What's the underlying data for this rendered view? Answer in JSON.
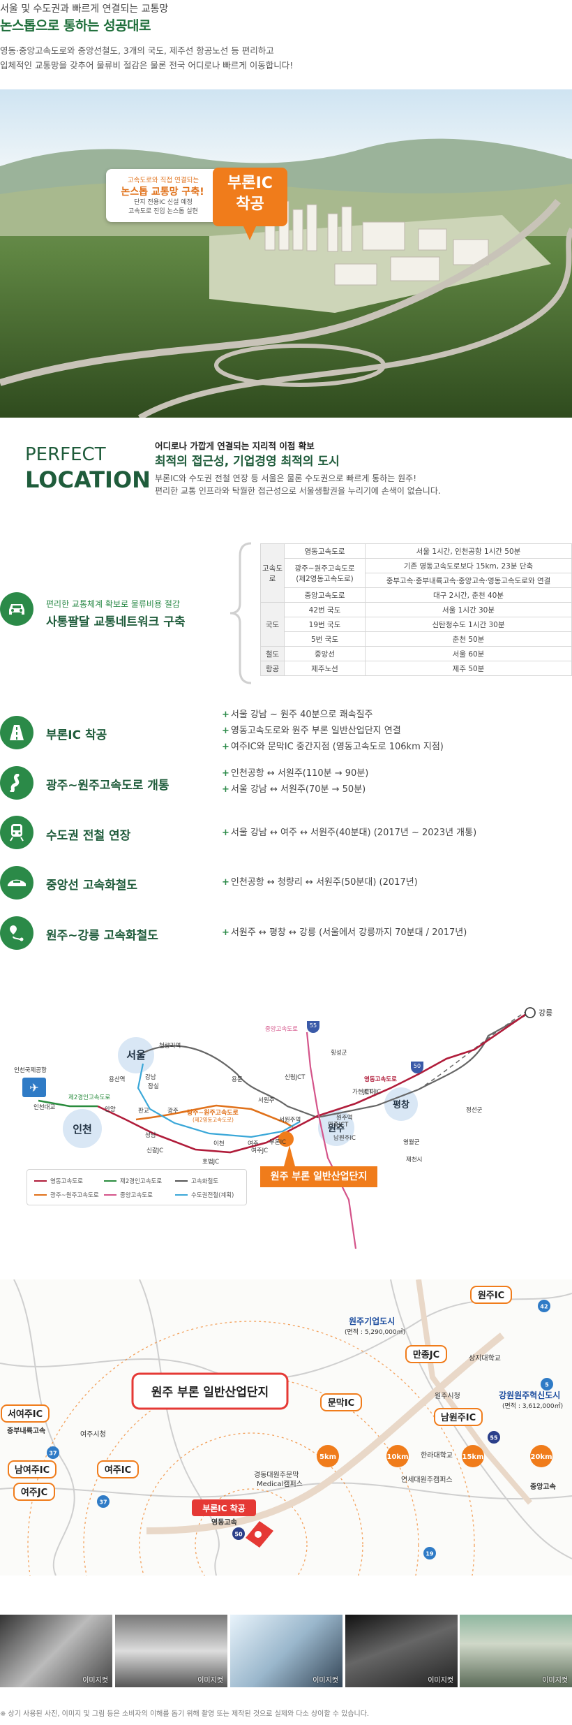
{
  "header": {
    "subtitle": "서울 및 수도권과 빠르게 연결되는 교통망",
    "title": "논스톱으로 통하는 성공대로",
    "desc_1": "영동·중앙고속도로와 중앙선철도, 3개의 국도, 제주선 항공노선 등 편리하고",
    "desc_2": "입체적인 교통망을 갖추어 물류비 절감은 물론 전국 어디로나 빠르게 이동합니다!"
  },
  "hero": {
    "callout_small": "고속도로와 직접 연결되는",
    "callout_title": "논스톱 교통망 구축!",
    "callout_note_1": "단지 전용IC 신설 예정",
    "callout_note_2": "고속도로 진입 논스톱 실현",
    "callout_big_1": "부론IC",
    "callout_big_2": "착공"
  },
  "location": {
    "label_1": "PERFECT",
    "label_2": "LOCATION",
    "sub": "어디로나 가깝게 연결되는 지리적 이점 확보",
    "heading": "최적의 접근성, 기업경영 최적의 도시",
    "desc_1": "부론IC와 수도권 전철 연장 등 서울은 물론 수도권으로 빠르게 통하는 원주!",
    "desc_2": "편리한 교통 인프라와 탁월한 접근성으로 서울생활권을 누리기에 손색이 없습니다."
  },
  "network": {
    "subtitle": "편리한 교통체계 확보로 물류비용 절감",
    "title": "사통팔달 교통네트워크 구축",
    "rows": [
      {
        "cat": "고속도로",
        "route": "영동고속도로",
        "detail": "서울 1시간, 인천공항 1시간 50분"
      },
      {
        "route": "광주~원주고속도로",
        "route_2": "(제2영동고속도로)",
        "detail": "기존 영동고속도로보다 15km, 23분 단축"
      },
      {
        "route": "",
        "detail": "중부고속·중부내륙고속·중앙고속·영동고속도로와 연결"
      },
      {
        "route": "중앙고속도로",
        "detail": "대구 2시간, 춘천 40분"
      },
      {
        "cat": "국도",
        "route": "42번 국도",
        "detail": "서울 1시간 30분"
      },
      {
        "route": "19번 국도",
        "detail": "신탄청수도 1시간 30분"
      },
      {
        "route": "5번 국도",
        "detail": "춘천 50분"
      },
      {
        "cat": "철도",
        "route": "중앙선",
        "detail": "서울 60분"
      },
      {
        "cat": "항공",
        "route": "제주노선",
        "detail": "제주 50분"
      }
    ]
  },
  "features": [
    {
      "title": "부론IC 착공",
      "bullets": [
        "서울 강남 ~ 원주 40분으로 쾌속질주",
        "영동고속도로와 원주 부론 일반산업단지 연결",
        "여주IC와 문막IC 중간지점 (영동고속도로 106km 지점)"
      ]
    },
    {
      "title": "광주~원주고속도로 개통",
      "bullets": [
        "인천공항 ↔ 서원주(110분 → 90분)",
        "서울 강남 ↔ 서원주(70분 → 50분)"
      ]
    },
    {
      "title": "수도권 전철 연장",
      "bullets": [
        "서울 강남 ↔ 여주 ↔ 서원주(40분대) (2017년 ~ 2023년 개통)"
      ]
    },
    {
      "title": "중앙선 고속화철도",
      "bullets": [
        "인천공항 ↔ 청량리 ↔ 서원주(50분대) (2017년)"
      ]
    },
    {
      "title": "원주~강릉 고속화철도",
      "bullets": [
        "서원주 ↔ 평창 ↔ 강릉 (서울에서 강릉까지 70분대 / 2017년)"
      ]
    }
  ],
  "map1": {
    "highlight_label": "원주 부론 일반산업단지",
    "cities": {
      "seoul": "서울",
      "incheon": "인천",
      "wonju": "원주",
      "pyeongchang": "평창",
      "gangneung": "강릉"
    },
    "places": [
      "인천국제공항",
      "인천대교",
      "청량리역",
      "용산역",
      "강남",
      "잠실",
      "판교",
      "광주",
      "성남",
      "안양",
      "신갈JC",
      "호법JC",
      "이천",
      "여주",
      "여주JC",
      "용문",
      "횡성군",
      "신림JCT",
      "서원주",
      "서원주역",
      "원주역",
      "가현JCT",
      "만종JCT",
      "남원주IC",
      "둔내IC",
      "정선군",
      "영월군",
      "제천시",
      "부론IC"
    ],
    "road_labels": [
      "제2경인고속도로",
      "광주~원주고속도로",
      "(제2영동고속도로)",
      "중앙고속도로",
      "영동고속도로"
    ],
    "shields": [
      "55",
      "50"
    ],
    "legend": [
      "영동고속도로",
      "제2경인고속도로",
      "고속화철도",
      "광주~원주고속도로",
      "중앙고속도로",
      "수도권전철(계획)"
    ],
    "colors": {
      "yeongdong": "#b01c3a",
      "gyeongin2": "#2a8c3e",
      "rail": "#555555",
      "gwangju_wonju": "#e0711a",
      "jungang": "#d4548a",
      "metro": "#3aa7d8",
      "accent": "#f07c1b"
    }
  },
  "map2": {
    "center_label": "원주 부론 일반산업단지",
    "buron": "부론IC 착공",
    "ic": [
      "원주IC",
      "만종JC",
      "남원주IC",
      "문막IC",
      "서여주IC",
      "남여주IC",
      "여주IC",
      "여주JC"
    ],
    "places": [
      "상지대학교",
      "원주시청",
      "한라대학교",
      "연세대원주캠퍼스",
      "여주시청",
      "경동대원주문막",
      "Medical캠퍼스",
      "영동고속",
      "중앙고속",
      "중부내륙고속"
    ],
    "city_1": "원주기업도시",
    "city_1_note": "(면적 : 5,290,000㎡)",
    "city_2": "강원원주혁신도시",
    "city_2_note": "(면적 : 3,612,000㎡)",
    "rings": [
      "5km",
      "10km",
      "15km",
      "20km"
    ],
    "shields": [
      "42",
      "5",
      "37",
      "55",
      "19",
      "50"
    ]
  },
  "photos": [
    "이미지컷",
    "이미지컷",
    "이미지컷",
    "이미지컷",
    "이미지컷"
  ],
  "footnote": "※ 상기 사용된 사진, 이미지 및 그림 등은 소비자의 이해를 돕기 위해 촬영 또는 제작된 것으로 실제와 다소 상이할 수 있습니다."
}
